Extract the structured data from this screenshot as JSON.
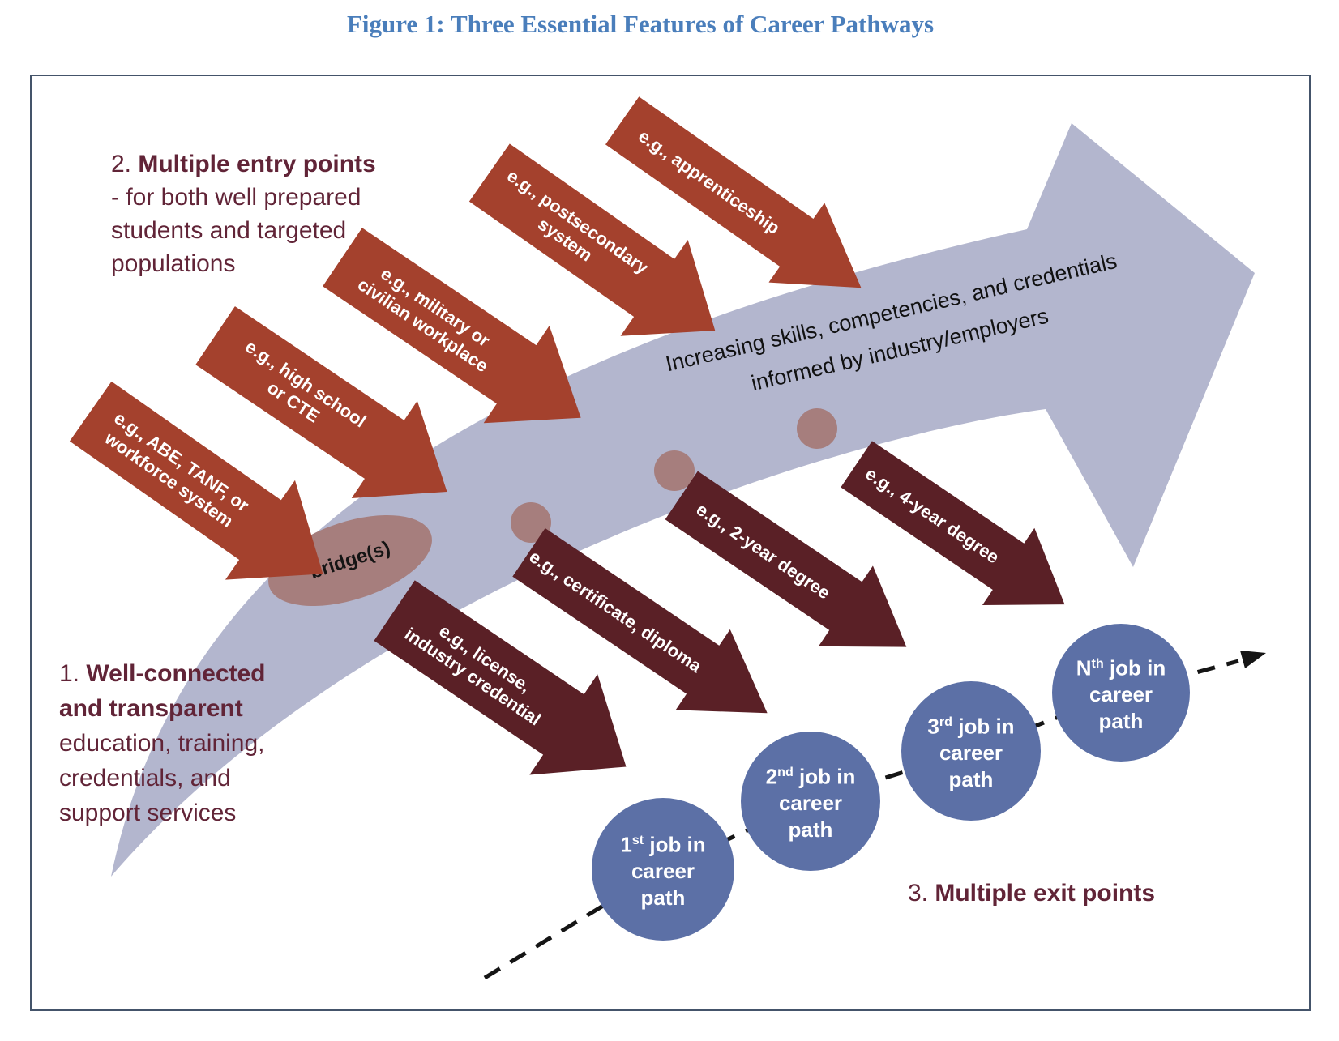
{
  "title": "Figure 1: Three Essential Features of Career Pathways",
  "notes": {
    "entry": {
      "num": "2. ",
      "bold": "Multiple entry points",
      "line2": "- for both well prepared",
      "line3": "students and targeted",
      "line4": "populations"
    },
    "connected": {
      "num": "1. ",
      "bold1": "Well-connected",
      "bold2": "and transparent",
      "line3": "education, training,",
      "line4": "credentials, and",
      "line5": "support services"
    },
    "exit": {
      "num": "3. ",
      "bold": "Multiple exit points"
    }
  },
  "swoosh": {
    "label_line1": "Increasing skills, competencies, and credentials",
    "label_line2": "informed by industry/employers",
    "bridge_label": "bridge(s)"
  },
  "entry_arrows": [
    {
      "line1": "e.g., ABE, TANF, or",
      "line2": "workforce system"
    },
    {
      "line1": "e.g., high school",
      "line2": "or CTE"
    },
    {
      "line1": "e.g., military or",
      "line2": "civilian workplace"
    },
    {
      "line1": "e.g., postsecondary",
      "line2": "system"
    },
    {
      "line1": "e.g., apprenticeship",
      "line2": ""
    }
  ],
  "exit_arrows": [
    {
      "line1": "e.g., license,",
      "line2": "industry credential"
    },
    {
      "line1": "e.g., certificate, diploma",
      "line2": ""
    },
    {
      "line1": "e.g., 2-year degree",
      "line2": ""
    },
    {
      "line1": "e.g., 4-year degree",
      "line2": ""
    }
  ],
  "jobs": [
    {
      "ordinal": "1",
      "suffix": "st",
      "rest": " job in",
      "line2": "career",
      "line3": "path"
    },
    {
      "ordinal": "2",
      "suffix": "nd",
      "rest": " job in",
      "line2": "career",
      "line3": "path"
    },
    {
      "ordinal": "3",
      "suffix": "rd",
      "rest": " job in",
      "line2": "career",
      "line3": "path"
    },
    {
      "ordinal": "N",
      "suffix": "th",
      "rest": " job in",
      "line2": "career",
      "line3": "path"
    }
  ],
  "colors": {
    "title_blue": "#4a7ebb",
    "note_maroon": "#612437",
    "entry_arrow_red": "#a4412d",
    "exit_arrow_maroon": "#5a2026",
    "swoosh_lavender": "#b3b6ce",
    "bridge_rose": "#a67e7d",
    "job_circle_blue": "#5c70a6",
    "frame_border": "#44546a",
    "dashed_line": "#151515"
  }
}
